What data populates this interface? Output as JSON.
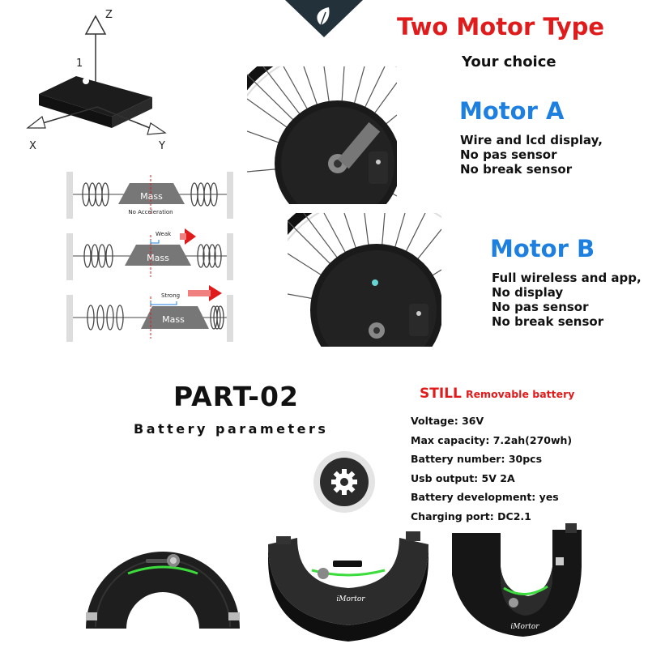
{
  "header": {
    "title": "Two Motor Type",
    "subtitle": "Your choice"
  },
  "accelerometer_diagram": {
    "axis_z": "Z",
    "axis_x": "X",
    "axis_y": "Y",
    "pin_marker": "1"
  },
  "mass_diagram": {
    "mass_label": "Mass",
    "rows": [
      {
        "caption": "No Acceleration"
      },
      {
        "caption": "Weak"
      },
      {
        "caption": "Strong"
      }
    ]
  },
  "motor_a": {
    "name": "Motor A",
    "features": [
      "Wire and lcd display,",
      "No pas sensor",
      "No break sensor"
    ]
  },
  "motor_b": {
    "name": "Motor B",
    "features": [
      "Full wireless and app,",
      "No display",
      "No pas sensor",
      "No break sensor"
    ]
  },
  "part": {
    "heading": "PART-02",
    "subheading": "Battery parameters"
  },
  "battery": {
    "still_label": "STILL",
    "removable_label": "Removable battery",
    "params": [
      {
        "label": "Voltage:",
        "value": "36V"
      },
      {
        "label": "Max capacity:",
        "value": "7.2ah(270wh)"
      },
      {
        "label": "Battery number:",
        "value": "30pcs"
      },
      {
        "label": "Usb output:",
        "value": "5V 2A"
      },
      {
        "label": "Battery development:",
        "value": "yes"
      },
      {
        "label": "Charging port:",
        "value": "DC2.1"
      }
    ]
  },
  "brand": {
    "name": "iMortor"
  },
  "icons": [
    "leaf-icon",
    "gear-icon"
  ],
  "colors": {
    "accent_red": "#e01b1b",
    "accent_blue": "#1d7fe0",
    "dark": "#1a1a1a",
    "led_green": "#3ddc3d"
  }
}
